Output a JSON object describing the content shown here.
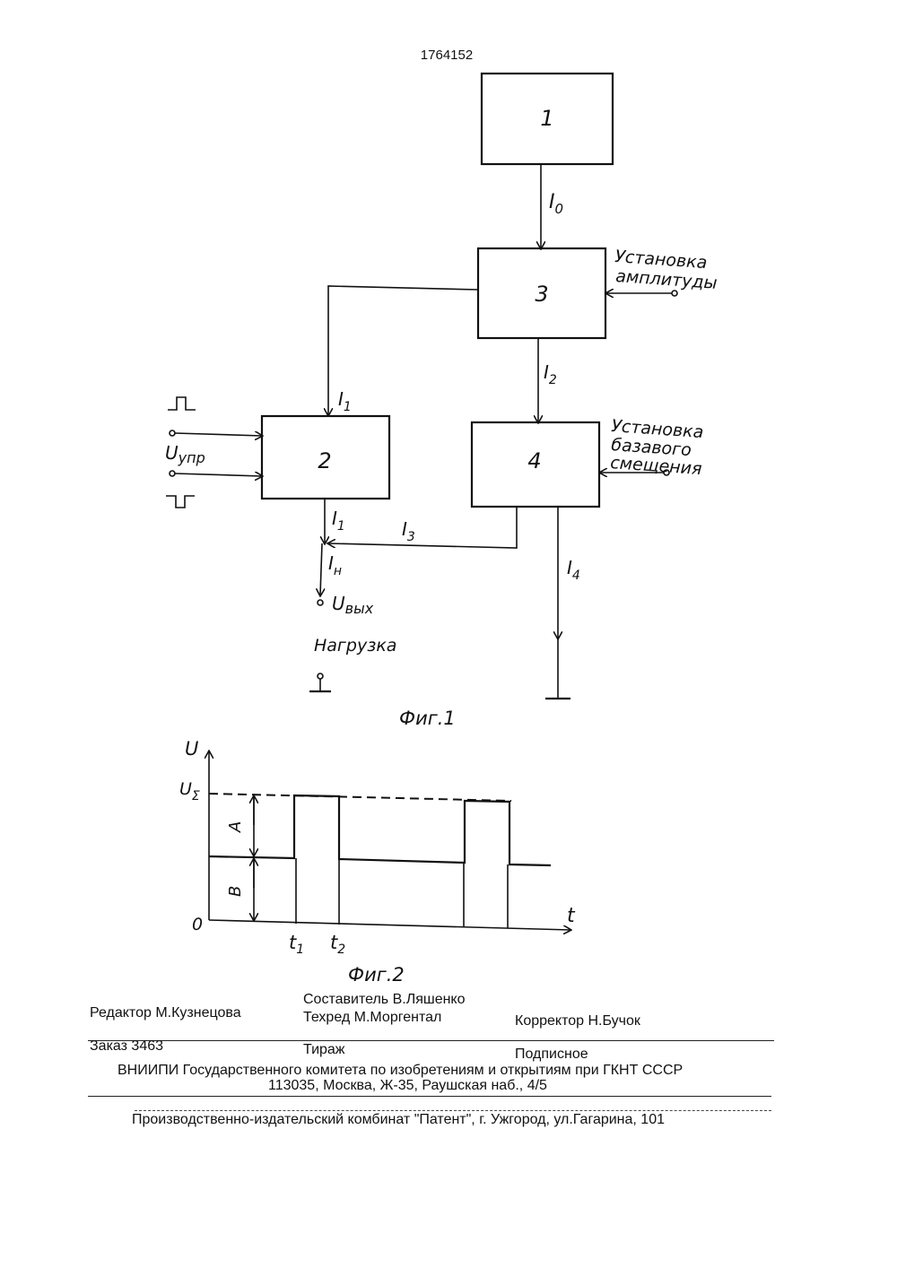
{
  "patent_number": "1764152",
  "fig1": {
    "blocks": [
      "1",
      "2",
      "3",
      "4"
    ],
    "labels": {
      "i0": "I",
      "i0_sub": "0",
      "i1_top": "I",
      "i1_top_sub": "1",
      "i2": "I",
      "i2_sub": "2",
      "i1_out": "I",
      "i1_out_sub": "1",
      "i3": "I",
      "i3_sub": "3",
      "in": "I",
      "in_sub": "н",
      "i4": "I",
      "i4_sub": "4",
      "uvyh": "U",
      "uvyh_sub": "вых",
      "uupr": "U",
      "uupr_sub": "упр",
      "amp_line1": "Установка",
      "amp_line2": "амплитуды",
      "bias_line1": "Установка",
      "bias_line2": "базавого",
      "bias_line3": "смещения",
      "load": "Нагрузка"
    },
    "caption": "Фиг.1"
  },
  "fig2": {
    "y_axis": "U",
    "x_axis": "t",
    "origin": "0",
    "u_sigma": "U",
    "u_sigma_sub": "Σ",
    "a_label": "A",
    "b_label": "B",
    "t1": "t",
    "t1_sub": "1",
    "t2": "t",
    "t2_sub": "2",
    "caption": "Фиг.2"
  },
  "footer": {
    "editor": "Редактор  М.Кузнецова",
    "compiler": "Составитель  В.Ляшенко",
    "techred": "Техред М.Моргентал",
    "corrector": "Корректор  Н.Бучок",
    "order": "Заказ  3463",
    "tirazh": "Тираж",
    "podpisnoe": "Подписное",
    "vniipi": "ВНИИПИ Государственного комитета по изобретениям и открытиям при ГКНТ СССР",
    "address": "113035, Москва, Ж-35, Раушская наб., 4/5",
    "combine": "Производственно-издательский комбинат \"Патент\", г. Ужгород, ул.Гагарина, 101"
  }
}
